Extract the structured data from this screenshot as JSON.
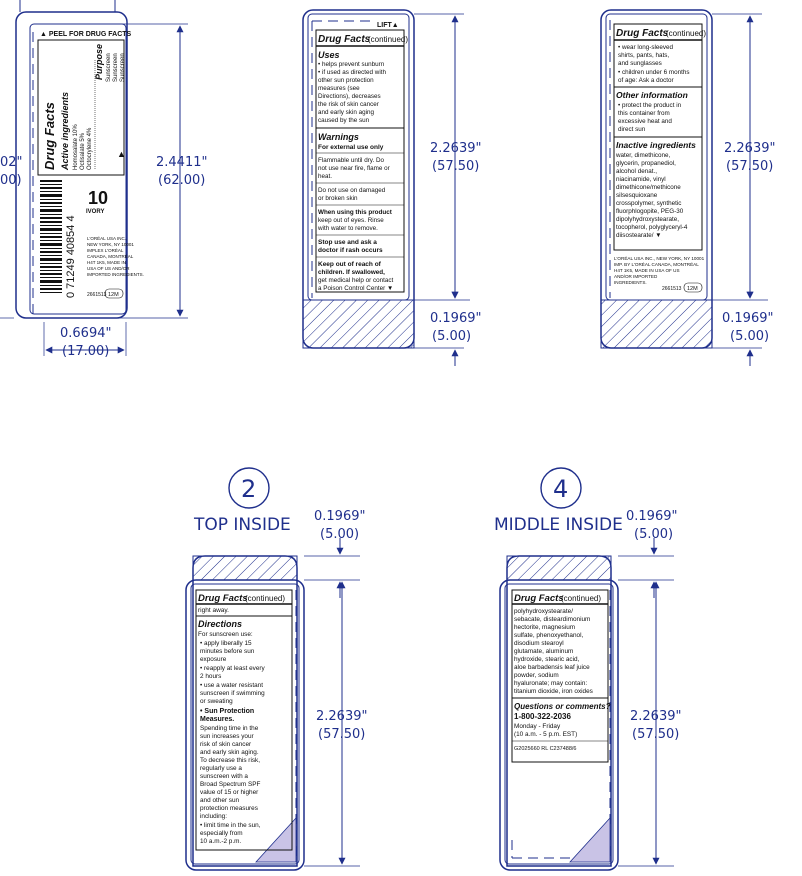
{
  "colors": {
    "line": "#1f2f8c",
    "text": "#111111",
    "corner": "#c9c3e6"
  },
  "panel1": {
    "peel": "▲ PEEL FOR DRUG FACTS",
    "title": "Drug Facts",
    "active_heading": "Active ingredients",
    "ingredients": [
      "Homosalate 10%",
      "Octisalate 5%",
      "Octocrylene 4%"
    ],
    "purpose_heading": "Purpose",
    "purposes": [
      "Sunscreen",
      "Sunscreen",
      "Sunscreen"
    ],
    "barcode_digits": "0 71249 40854 4",
    "shade_number": "10",
    "shade_name": "IVORY",
    "company": [
      "L'ORÉAL USA INC.,",
      "NEW YORK, NY 10001",
      "IMPLEX L'ORÉAL",
      "CANADA, MONTRÉAL",
      "H4T 1K5, MADE IN",
      "USA OF US AND/OR",
      "IMPORTED INGREDIENTS."
    ],
    "code": "2661513",
    "period": "12M",
    "dim_height": "2.4411\"",
    "dim_height_mm": "(62.00)",
    "dim_left_in": "02\"",
    "dim_left_mm": "00)",
    "dim_width": "0.6694\"",
    "dim_width_mm": "(17.00)"
  },
  "panel2": {
    "lift": "LIFT▲",
    "header": "Drug Facts",
    "header_suffix": "(continued)",
    "uses_heading": "Uses",
    "uses": [
      "• helps prevent sunburn",
      "• if used as directed with",
      "  other sun protection",
      "  measures (see",
      "  Directions), decreases",
      "  the risk of skin cancer",
      "  and early skin aging",
      "  caused by the sun"
    ],
    "warnings_heading": "Warnings",
    "warnings_sub": "For external use only",
    "warn_lines": [
      "Flammable until dry. Do",
      "not use near fire, flame or",
      "heat."
    ],
    "donot_lines": [
      "Do not use on damaged",
      "or broken skin"
    ],
    "when_lines": [
      "When using this product",
      "keep out of eyes. Rinse",
      "with water to remove."
    ],
    "stop_lines": [
      "Stop use and ask a",
      "doctor if rash occurs"
    ],
    "keep_lines": [
      "Keep out of reach of",
      "children. If swallowed,",
      "get medical help or contact",
      "a Poison Control Center ▼"
    ],
    "dim_height": "2.2639\"",
    "dim_height_mm": "(57.50)",
    "dim_flap": "0.1969\"",
    "dim_flap_mm": "(5.00)"
  },
  "panel3": {
    "header": "Drug Facts",
    "header_suffix": "(continued)",
    "wear_lines": [
      "• wear long-sleeved",
      "  shirts, pants, hats,",
      "  and sunglasses",
      "• children under 6 months",
      "  of age: Ask a doctor"
    ],
    "other_heading": "Other information",
    "other_lines": [
      "• protect the product in",
      "  this container from",
      "  excessive heat and",
      "  direct sun"
    ],
    "inactive_heading": "Inactive ingredients",
    "inactive_lines": [
      "water, dimethicone,",
      "glycerin, propanediol,",
      "alcohol denat.,",
      "niacinamide, vinyl",
      "dimethicone/methicone",
      "silsesquioxane",
      "crosspolymer, synthetic",
      "fluorphlogopite, PEG-30",
      "dipolyhydroxystearate,",
      "tocopherol, polyglyceryl-4",
      "diisostearate/ ▼"
    ],
    "company": [
      "L'ORÉAL USA INC., NEW YORK, NY 10001",
      "IMP. BY L'ORÉAL CANADA, MONTRÉAL",
      "H4T 1K5, MADE IN USA OF US",
      "AND/OR IMPORTED",
      "INGREDIENTS."
    ],
    "code": "2661513",
    "period": "12M",
    "dim_height": "2.2639\"",
    "dim_height_mm": "(57.50)",
    "dim_flap": "0.1969\"",
    "dim_flap_mm": "(5.00)"
  },
  "panel4": {
    "number": "2",
    "label": "TOP INSIDE",
    "dim_flap": "0.1969\"",
    "dim_flap_mm": "(5.00)",
    "header": "Drug Facts",
    "header_suffix": "(continued)",
    "first_line": "right away.",
    "directions_heading": "Directions",
    "directions_lines": [
      "For sunscreen use:",
      "• apply liberally 15",
      "  minutes before sun",
      "  exposure",
      "• reapply at least every",
      "  2 hours",
      "• use a water resistant",
      "  sunscreen if swimming",
      "  or sweating"
    ],
    "spm_heading": "• Sun Protection",
    "spm_heading2": "  Measures.",
    "spm_lines": [
      "  Spending time in the",
      "  sun increases your",
      "  risk of skin cancer",
      "  and early skin aging.",
      "  To decrease this risk,",
      "  regularly use a",
      "  sunscreen with a",
      "  Broad Spectrum SPF",
      "  value of 15 or higher",
      "  and other sun",
      "  protection measures",
      "  including:",
      "• limit time in the sun,",
      "  especially from",
      "  10 a.m.-2 p.m."
    ],
    "dim_height": "2.2639\"",
    "dim_height_mm": "(57.50)"
  },
  "panel5": {
    "number": "4",
    "label": "MIDDLE INSIDE",
    "dim_flap": "0.1969\"",
    "dim_flap_mm": "(5.00)",
    "header": "Drug Facts",
    "header_suffix": "(continued)",
    "lines": [
      "polyhydroxystearate/",
      "sebacate, disteardimonium",
      "hectorite, magnesium",
      "sulfate, phenoxyethanol,",
      "disodium stearoyl",
      "glutamate, aluminum",
      "hydroxide, stearic acid,",
      "aloe barbadensis leaf juice",
      "powder, sodium",
      "hyaluronate; may contain:",
      "titanium dioxide, iron oxides"
    ],
    "questions": "Questions or comments?",
    "phone": "1-800-322-2036",
    "hours1": "Monday - Friday",
    "hours2": "(10 a.m. - 5 p.m. EST)",
    "codes": "G2025660  RL C237488/6",
    "dim_height": "2.2639\"",
    "dim_height_mm": "(57.50)"
  }
}
